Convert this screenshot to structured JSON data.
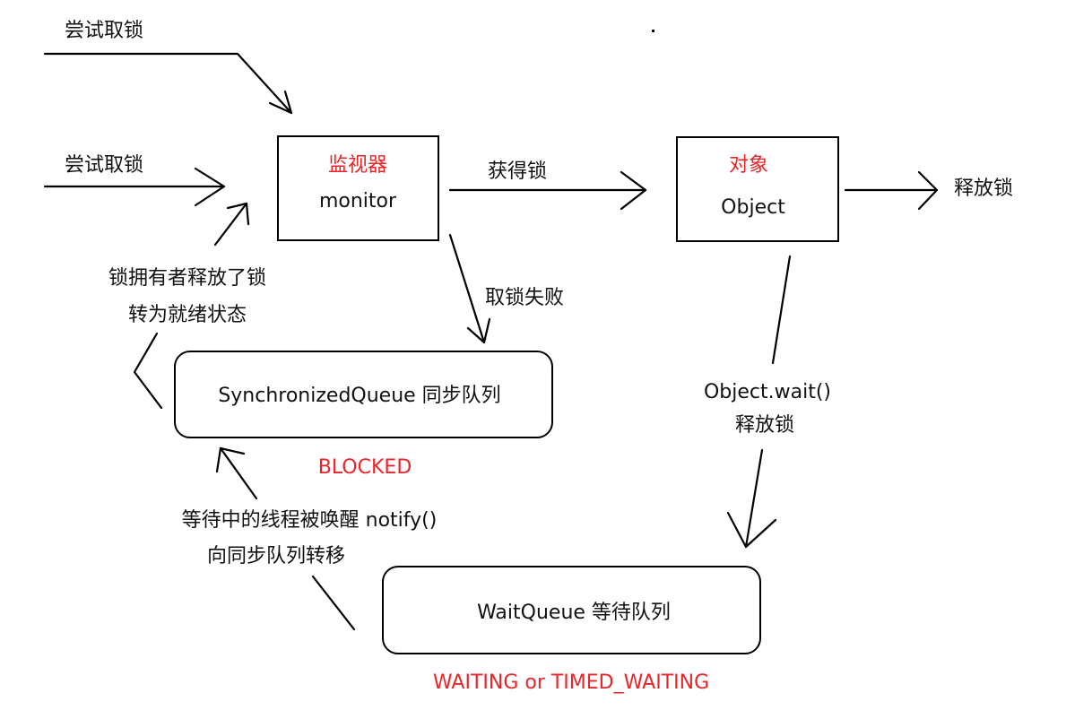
{
  "labels": {
    "try_lock_1": "尝试取锁",
    "try_lock_2": "尝试取锁",
    "acquire_lock": "获得锁",
    "release_lock_right": "释放锁",
    "acquire_fail": "取锁失败",
    "owner_release_line1": "锁拥有者释放了锁",
    "owner_release_line2": "转为就绪状态",
    "wait_call_line1": "Object.wait()",
    "wait_call_line2": "释放锁",
    "notify_line1": "等待中的线程被唤醒 notify()",
    "notify_line2": "向同步队列转移"
  },
  "nodes": {
    "monitor": {
      "title_cn": "监视器",
      "title_en": "monitor"
    },
    "object": {
      "title_cn": "对象",
      "title_en": "Object"
    },
    "sync_queue": {
      "label": "SynchronizedQueue 同步队列",
      "state": "BLOCKED"
    },
    "wait_queue": {
      "label": "WaitQueue 等待队列",
      "state": "WAITING or TIMED_WAITING"
    }
  },
  "colors": {
    "accent": "#e8262a",
    "line": "#000000"
  }
}
